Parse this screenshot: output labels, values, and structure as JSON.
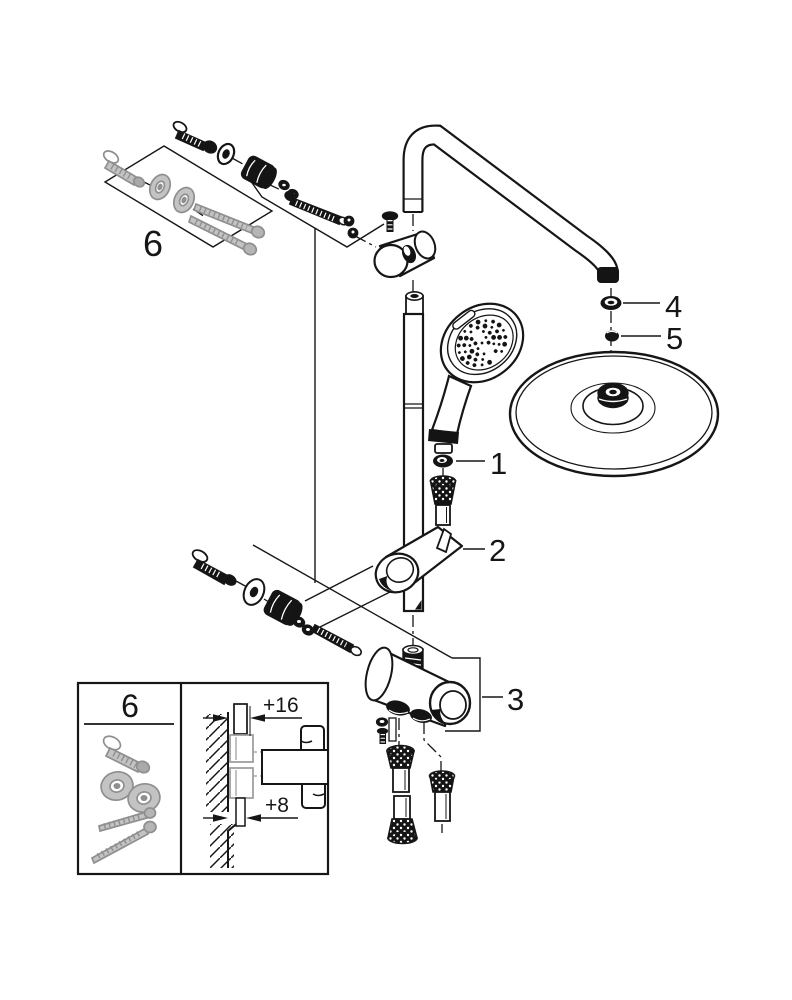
{
  "page": {
    "background": "#ffffff"
  },
  "diagram": {
    "kind": "exploded-parts-installation-diagram",
    "subject": "wall-mounted shower system with head shower, hand shower, shower rail and diverter",
    "colors": {
      "line": "#161616",
      "black_part": "#141414",
      "grey_part": "#c3c3c3",
      "grey_part_stroke": "#8f8f8f",
      "background": "#ffffff"
    },
    "callouts": {
      "part1": {
        "label": "1",
        "part": "check-valve-seal"
      },
      "part2": {
        "label": "2",
        "part": "glide-holder"
      },
      "part3": {
        "label": "3",
        "part": "diverter-valve-body"
      },
      "part4": {
        "label": "4",
        "part": "o-ring"
      },
      "part5": {
        "label": "5",
        "part": "gasket"
      },
      "part6": {
        "label": "6",
        "part": "wall-fixing-set"
      }
    },
    "inset": {
      "heading": "6",
      "dim_top": "+16",
      "dim_bottom": "+8"
    }
  }
}
